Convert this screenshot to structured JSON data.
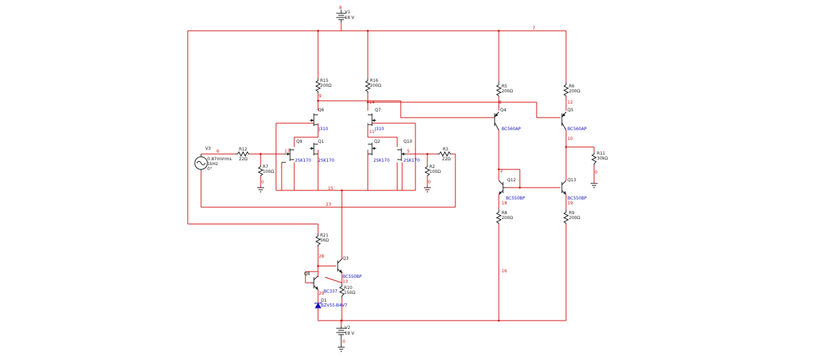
{
  "supplies": {
    "v1": {
      "name": "V1",
      "value": "18 V",
      "node": "8"
    },
    "v2": {
      "name": "V2",
      "value": "18 V",
      "node": "0"
    }
  },
  "source": {
    "name": "V3",
    "line1": "0.87mVrms",
    "line2": "1kHz",
    "line3": "0°"
  },
  "resistors": {
    "r15": {
      "name": "R15",
      "value": "200Ω"
    },
    "r16": {
      "name": "R16",
      "value": "200Ω"
    },
    "r5": {
      "name": "R5",
      "value": "200Ω"
    },
    "r6": {
      "name": "R6",
      "value": "200Ω"
    },
    "r12": {
      "name": "R12",
      "value": "22Ω"
    },
    "r7": {
      "name": "R7",
      "value": "100Ω"
    },
    "r3": {
      "name": "R3",
      "value": "22Ω"
    },
    "r2": {
      "name": "R2",
      "value": "100Ω"
    },
    "r11": {
      "name": "R11",
      "value": "30kΩ"
    },
    "r8": {
      "name": "R8",
      "value": "200Ω"
    },
    "r9": {
      "name": "R9",
      "value": "200Ω"
    },
    "r21": {
      "name": "R21",
      "value": "56Ω"
    },
    "r10": {
      "name": "R10",
      "value": "150Ω"
    }
  },
  "transistors": {
    "q6": {
      "name": "Q6",
      "model": "J310"
    },
    "q7": {
      "name": "Q7",
      "model": "J310"
    },
    "q9": {
      "name": "Q9",
      "model": "2SK170"
    },
    "q1": {
      "name": "Q1",
      "model": "2SK170"
    },
    "q2": {
      "name": "Q2",
      "model": "2SK170"
    },
    "q10": {
      "name": "Q10",
      "model": "2SK170"
    },
    "q4": {
      "name": "Q4",
      "model": "BC560AP"
    },
    "q5": {
      "name": "Q5",
      "model": "BC560AP"
    },
    "q12": {
      "name": "Q12",
      "model": "BC550BP"
    },
    "q13": {
      "name": "Q13",
      "model": "BC550BP"
    },
    "q3": {
      "name": "Q3",
      "model": "BC550BP"
    },
    "q8": {
      "name": "Q8",
      "model": "BC337"
    }
  },
  "diode": {
    "name": "D1",
    "model": "BZV55-B4V7"
  },
  "nodes": {
    "n7": "7",
    "n8a": "8",
    "n9": "9",
    "n14": "14",
    "n8b": "8",
    "n12": "12",
    "n10a": "10",
    "n11": "11",
    "n17": "17",
    "n5": "5",
    "n6": "6",
    "n0a": "0",
    "n0b": "0",
    "n0c": "0",
    "n15": "15",
    "n23": "23",
    "n2": "2",
    "n18": "18",
    "n19": "19",
    "n16": "16",
    "n28": "28",
    "n29": "29",
    "n13": "13",
    "n0d": "0"
  },
  "colors": {
    "wire": "#d01010",
    "component": "#1a1a1a",
    "model_text": "#1010c0"
  }
}
